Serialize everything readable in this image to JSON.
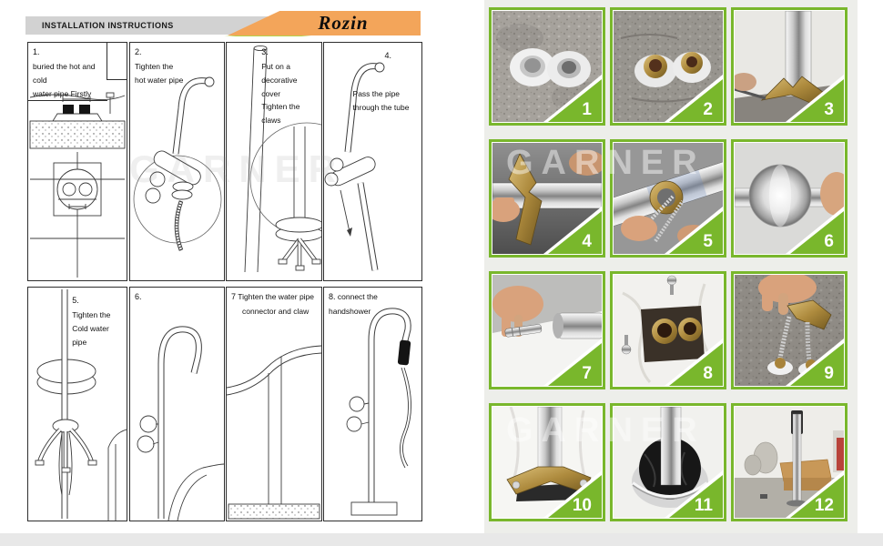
{
  "header": {
    "title": "INSTALLATION INSTRUCTIONS",
    "brand": "Rozin"
  },
  "watermark": "GARNER",
  "colors": {
    "accent_green": "#79b72c",
    "ribbon_orange": "#f3a55a",
    "header_gray": "#d2d2d2",
    "panel_gray": "#edeeea"
  },
  "steps": [
    {
      "num": "1.",
      "line1": "buried the hot and cold",
      "line2": "water pipe Firstly"
    },
    {
      "num": "2.",
      "line1": "Tighten the",
      "line2": "hot water pipe"
    },
    {
      "num": "3.",
      "line1": "Put on a decorative cover",
      "line2": "Tighten the claws"
    },
    {
      "num": "4.",
      "line1": "Pass the pipe",
      "line2": "through the tube"
    },
    {
      "num": "5.",
      "line1": "Tighten the",
      "line2": "Cold water pipe"
    },
    {
      "num": "6.",
      "line1": "",
      "line2": ""
    },
    {
      "num": "7",
      "line1": "Tighten the water pipe",
      "line2": "connector and claw"
    },
    {
      "num": "8.",
      "line1": "connect the",
      "line2": "handshower"
    }
  ],
  "photos": [
    {
      "number": "1",
      "description": "two chrome flanges embedded in concrete floor"
    },
    {
      "number": "2",
      "description": "two brass pipe fittings on concrete floor"
    },
    {
      "number": "3",
      "description": "brass claw bracket at base of chrome pipe"
    },
    {
      "number": "4",
      "description": "hands fitting brass claw onto chrome pipe"
    },
    {
      "number": "5",
      "description": "hands passing hoses through claw and tube"
    },
    {
      "number": "6",
      "description": "chrome decorative cover slid onto pipe"
    },
    {
      "number": "7",
      "description": "hand holding water pipe connector near tube"
    },
    {
      "number": "8",
      "description": "two brass connectors exposed through cover"
    },
    {
      "number": "9",
      "description": "hoses connected to floor flanges with claw"
    },
    {
      "number": "10",
      "description": "claw screwed down at base of pipe"
    },
    {
      "number": "11",
      "description": "chrome cover lowered over base"
    },
    {
      "number": "12",
      "description": "installed faucet column in room"
    }
  ]
}
